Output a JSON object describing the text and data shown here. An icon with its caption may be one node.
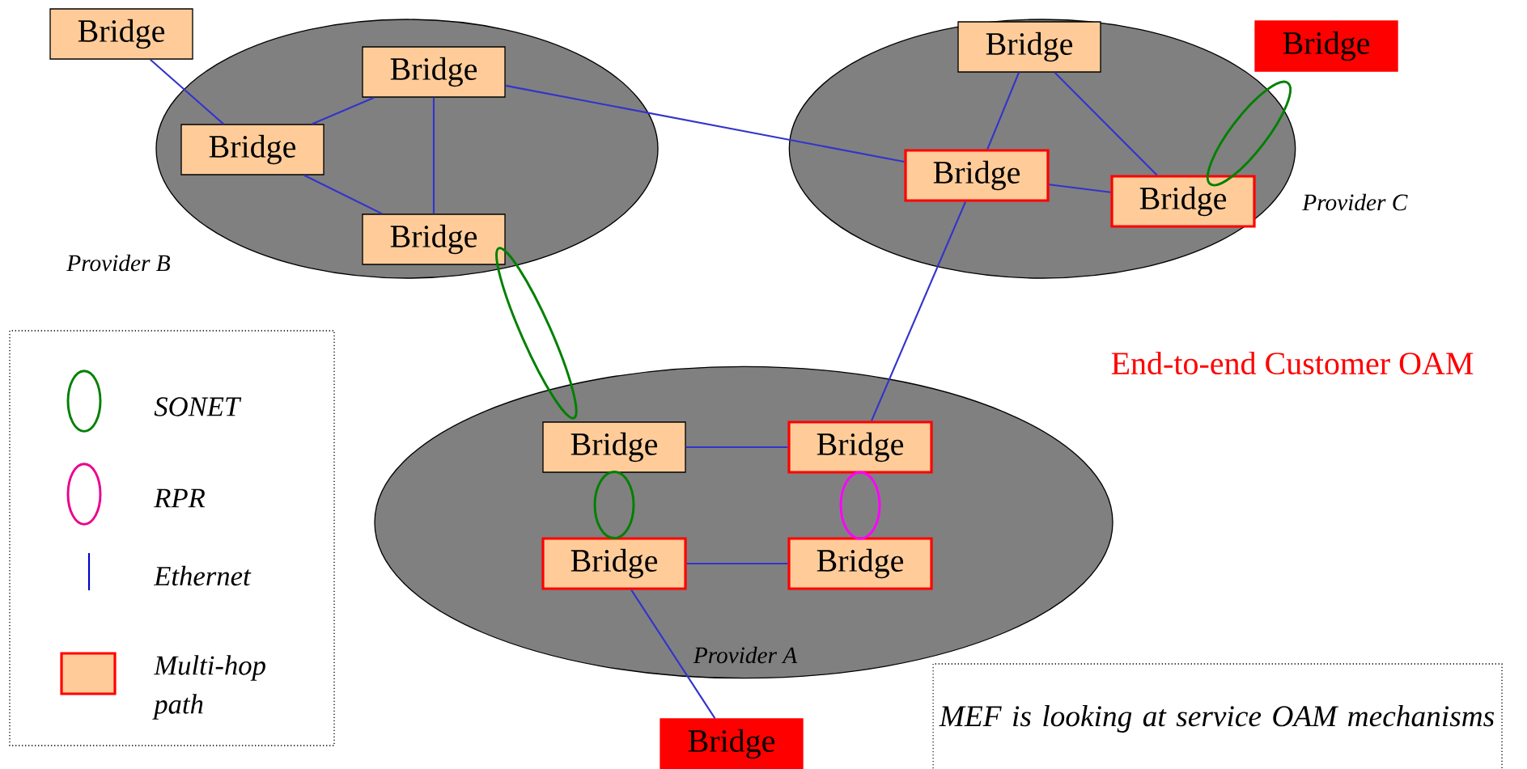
{
  "diagram": {
    "nodes": [
      {
        "text": [
          "Bridge"
        ]
      },
      {
        "text": [
          "Provider B"
        ]
      },
      {
        "text": [
          "Bridge"
        ],
        "in": 1
      },
      {
        "text": [
          "Bridge"
        ],
        "in": 1
      },
      {
        "text": [
          "Bridge"
        ],
        "in": 1
      },
      {
        "text": [
          "Provider C"
        ]
      },
      {
        "text": [
          "Bridge"
        ],
        "in": 5
      },
      {
        "text": [
          "Bridge"
        ]
      },
      {
        "text": [
          "Bridge"
        ],
        "in": 5
      },
      {
        "text": [
          "Bridge"
        ],
        "in": 5
      },
      {
        "text": [
          "Provider A"
        ]
      },
      {
        "text": [
          "Bridge"
        ],
        "in": 10
      },
      {
        "text": [
          "Bridge"
        ],
        "in": 10
      },
      {
        "text": [
          "Bridge"
        ],
        "in": 10
      },
      {
        "text": [
          "Bridge"
        ],
        "in": 10
      },
      {
        "text": [
          "Bridge"
        ]
      }
    ],
    "edges": [
      {
        "from": 0,
        "to": 3,
        "arrow": "none"
      },
      {
        "from": 2,
        "to": 3,
        "arrow": "none"
      },
      {
        "from": 3,
        "to": 4,
        "arrow": "none"
      },
      {
        "from": 2,
        "to": 4,
        "arrow": "none"
      },
      {
        "from": 2,
        "to": 8,
        "arrow": "none"
      },
      {
        "from": 6,
        "to": 8,
        "arrow": "none"
      },
      {
        "from": 6,
        "to": 9,
        "arrow": "none"
      },
      {
        "from": 8,
        "to": 9,
        "arrow": "none"
      },
      {
        "from": 8,
        "to": 12,
        "arrow": "none"
      },
      {
        "from": 11,
        "to": 12,
        "arrow": "none"
      },
      {
        "from": 13,
        "to": 14,
        "arrow": "none"
      },
      {
        "from": 13,
        "to": 15,
        "arrow": "none"
      },
      {
        "from": 4,
        "to": 11,
        "arrow": "none",
        "style": "thick",
        "color": "#008000"
      },
      {
        "from": 11,
        "to": 13,
        "arrow": "none",
        "style": "thick",
        "color": "#008000"
      },
      {
        "from": 12,
        "to": 14,
        "arrow": "none",
        "style": "thick",
        "color": "#ff00ff"
      },
      {
        "from": 9,
        "to": 7,
        "arrow": "none",
        "style": "thick",
        "color": "#008000"
      }
    ],
    "labels": [
      "End-to-end Customer OAM",
      "MEF is looking at service OAM mechanisms"
    ],
    "legend": [
      {
        "text": "SONET"
      },
      {
        "text": "RPR"
      },
      {
        "text": "Ethernet"
      },
      {
        "text": "Multi-hop path"
      }
    ]
  }
}
